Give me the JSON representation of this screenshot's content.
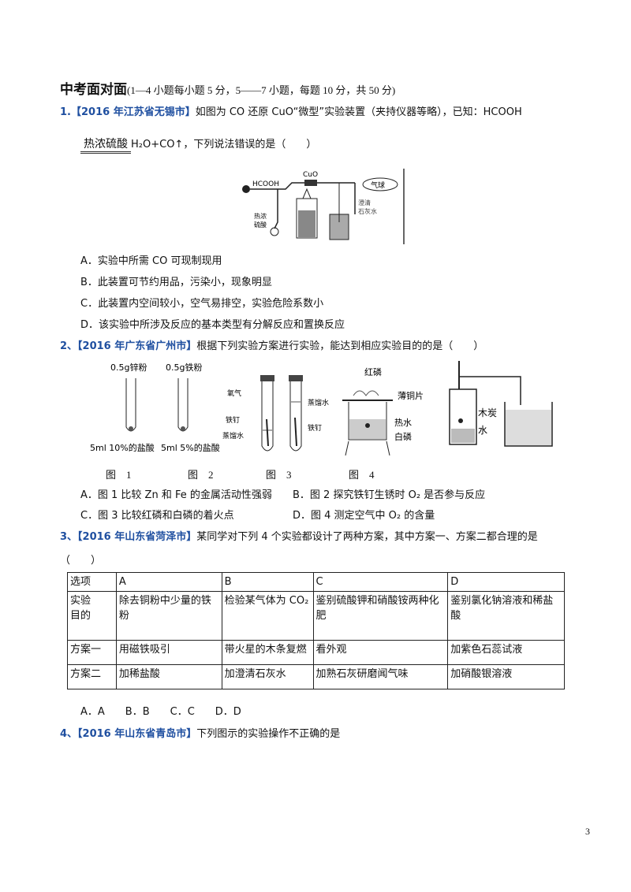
{
  "header": {
    "title": "中考面对面",
    "subtitle": "(1—4 小题每小题 5 分，5——7 小题，每题 10 分，共 50 分)"
  },
  "q1": {
    "num": "1.",
    "source": "【2016 年江苏省无锡市】",
    "text": "如图为 CO 还原 CuO“微型”实验装置（夹持仪器等略），已知：HCOOH",
    "reagent": "热浓硫酸",
    "text2": "H₂O+CO↑，下列说法错误的是（　　）",
    "fig_labels": {
      "hcooh": "HCOOH",
      "cuo": "CuO",
      "balloon": "气球",
      "acid": "热浓\n硫酸",
      "lime": "澄清\n石灰水"
    },
    "options": [
      "A．实验中所需 CO 可现制现用",
      "B．此装置可节约用品，污染小，现象明显",
      "C．此装置内空间较小，空气易排空，实验危险系数小",
      "D．该实验中所涉及反应的基本类型有分解反应和置换反应"
    ]
  },
  "q2": {
    "num": "2、",
    "source": "【2016 年广东省广州市】",
    "text": "根据下列实验方案进行实验，能达到相应实验目的的是（　　）",
    "fig1": {
      "a": "0.5g锌粉",
      "b": "0.5g铁粉",
      "c": "5ml 10%的盐酸",
      "d": "5ml 5%的盐酸"
    },
    "fig3": {
      "o2": "氧气",
      "nail1": "铁钉",
      "water1": "蒸馏水",
      "water2": "蒸馏水",
      "nail2": "铁钉"
    },
    "fig4a": {
      "red": "红磷",
      "cu": "薄铜片",
      "hot": "热水",
      "white": "白磷"
    },
    "fig4b": {
      "c": "木炭",
      "w": "水"
    },
    "captions": [
      "图　1",
      "图　2",
      "图　3",
      "图　4"
    ],
    "options": [
      "A．图 1 比较 Zn 和 Fe 的金属活动性强弱",
      "B．图 2 探究铁钉生锈时 O₂ 是否参与反应",
      "C．图 3 比较红磷和白磷的着火点",
      "D．图 4 测定空气中 O₂ 的含量"
    ]
  },
  "q3": {
    "num": "3、",
    "source": "【2016 年山东省菏泽市】",
    "text": "某同学对下列 4 个实验都设计了两种方案，其中方案一、方案二都合理的是",
    "text2": "（　　）",
    "table": {
      "header": [
        "选项",
        "A",
        "B",
        "C",
        "D"
      ],
      "rows": [
        [
          "实验\n目的",
          "除去铜粉中少量的铁粉",
          "检验某气体为 CO₂",
          "鉴别硫酸钾和硝酸铵两种化肥",
          "鉴别氯化钠溶液和稀盐酸"
        ],
        [
          "方案一",
          "用磁铁吸引",
          "带火星的木条复燃",
          "看外观",
          "加紫色石蕊试液"
        ],
        [
          "方案二",
          "加稀盐酸",
          "加澄清石灰水",
          "加熟石灰研磨闻气味",
          "加硝酸银溶液"
        ]
      ]
    },
    "options": "A．A　　B．B　　C．C　　D．D"
  },
  "q4": {
    "num": "4、",
    "source": "【2016 年山东省青岛市】",
    "text": "下列图示的实验操作不正确的是"
  },
  "page_number": "3"
}
